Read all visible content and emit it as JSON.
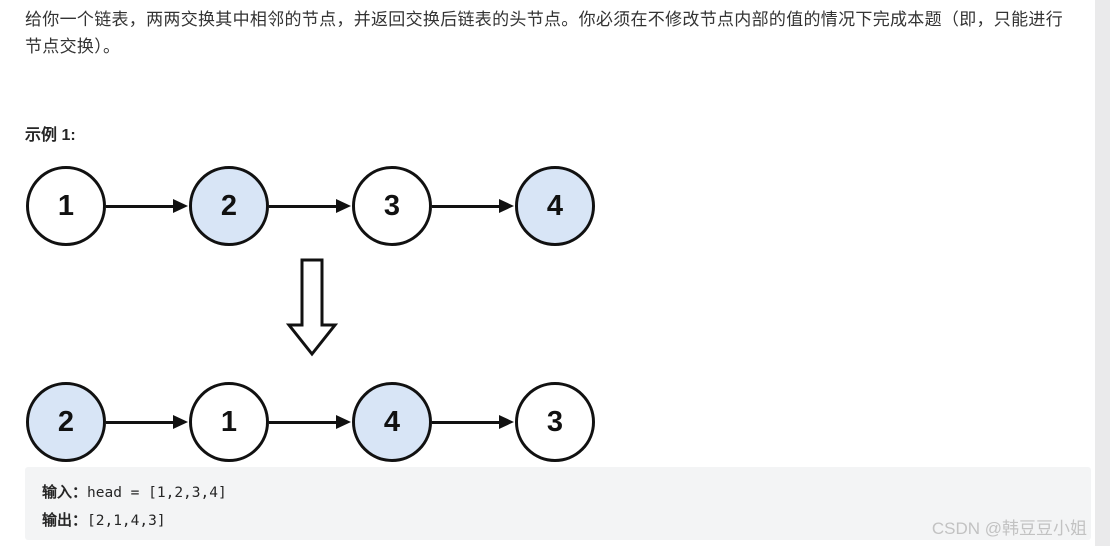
{
  "page": {
    "description": "给你一个链表，两两交换其中相邻的节点，并返回交换后链表的头节点。你必须在不修改节点内部的值的情况下完成本题（即，只能进行节点交换）。",
    "example_label": "示例 1:"
  },
  "diagram": {
    "before": {
      "nodes": [
        {
          "value": "1",
          "highlighted": false
        },
        {
          "value": "2",
          "highlighted": true
        },
        {
          "value": "3",
          "highlighted": false
        },
        {
          "value": "4",
          "highlighted": true
        }
      ]
    },
    "after": {
      "nodes": [
        {
          "value": "2",
          "highlighted": true
        },
        {
          "value": "1",
          "highlighted": false
        },
        {
          "value": "4",
          "highlighted": true
        },
        {
          "value": "3",
          "highlighted": false
        }
      ]
    },
    "highlight_color": "#d8e5f6",
    "node_border_color": "#111111",
    "arrow_color": "#111111"
  },
  "example_block": {
    "input_label": "输入：",
    "input_value": "head = [1,2,3,4]",
    "output_label": "输出：",
    "output_value": "[2,1,4,3]",
    "background_color": "#f3f4f5"
  },
  "watermark": {
    "text": "CSDN @韩豆豆小姐",
    "color": "#c2c2c2"
  }
}
